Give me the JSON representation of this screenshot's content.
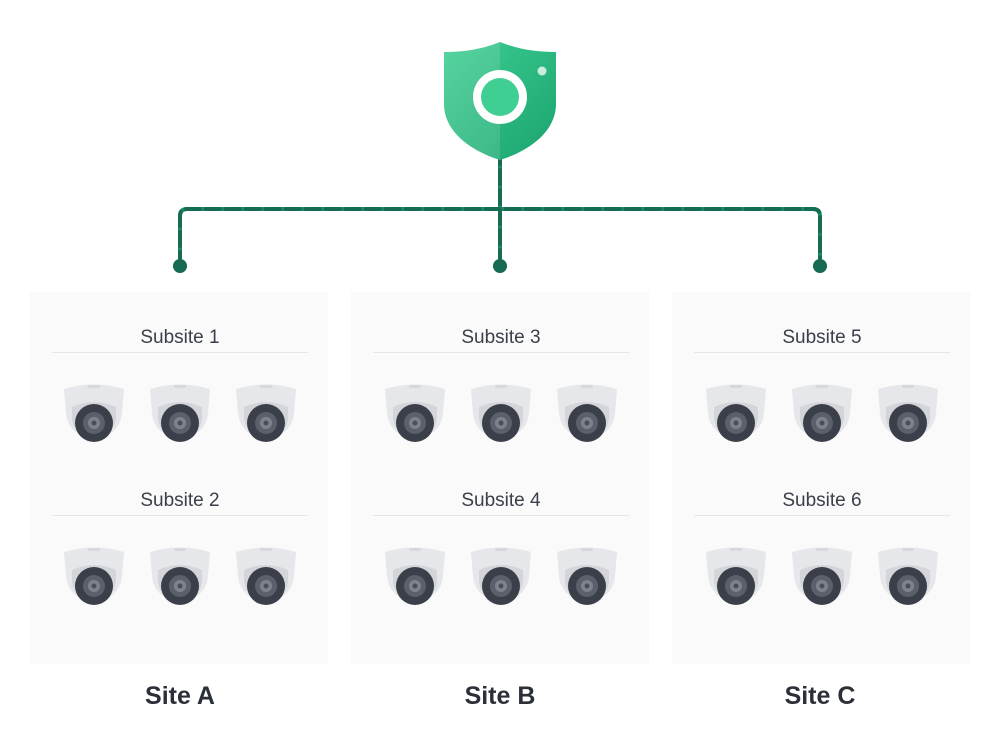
{
  "colors": {
    "line": "#1f8a6a",
    "line_dark": "#166b52",
    "shield_light": "#3fcf93",
    "shield_dark": "#1aa36e",
    "camera_body": "#e6e7ea",
    "camera_lens": "#3b3f4a"
  },
  "hub": {
    "icon": "shield-camera-icon"
  },
  "sites": [
    {
      "label": "Site A",
      "subsites": [
        {
          "title": "Subsite 1",
          "camera_count": 3
        },
        {
          "title": "Subsite 2",
          "camera_count": 3
        }
      ]
    },
    {
      "label": "Site B",
      "subsites": [
        {
          "title": "Subsite 3",
          "camera_count": 3
        },
        {
          "title": "Subsite 4",
          "camera_count": 3
        }
      ]
    },
    {
      "label": "Site C",
      "subsites": [
        {
          "title": "Subsite 5",
          "camera_count": 3
        },
        {
          "title": "Subsite 6",
          "camera_count": 3
        }
      ]
    }
  ]
}
